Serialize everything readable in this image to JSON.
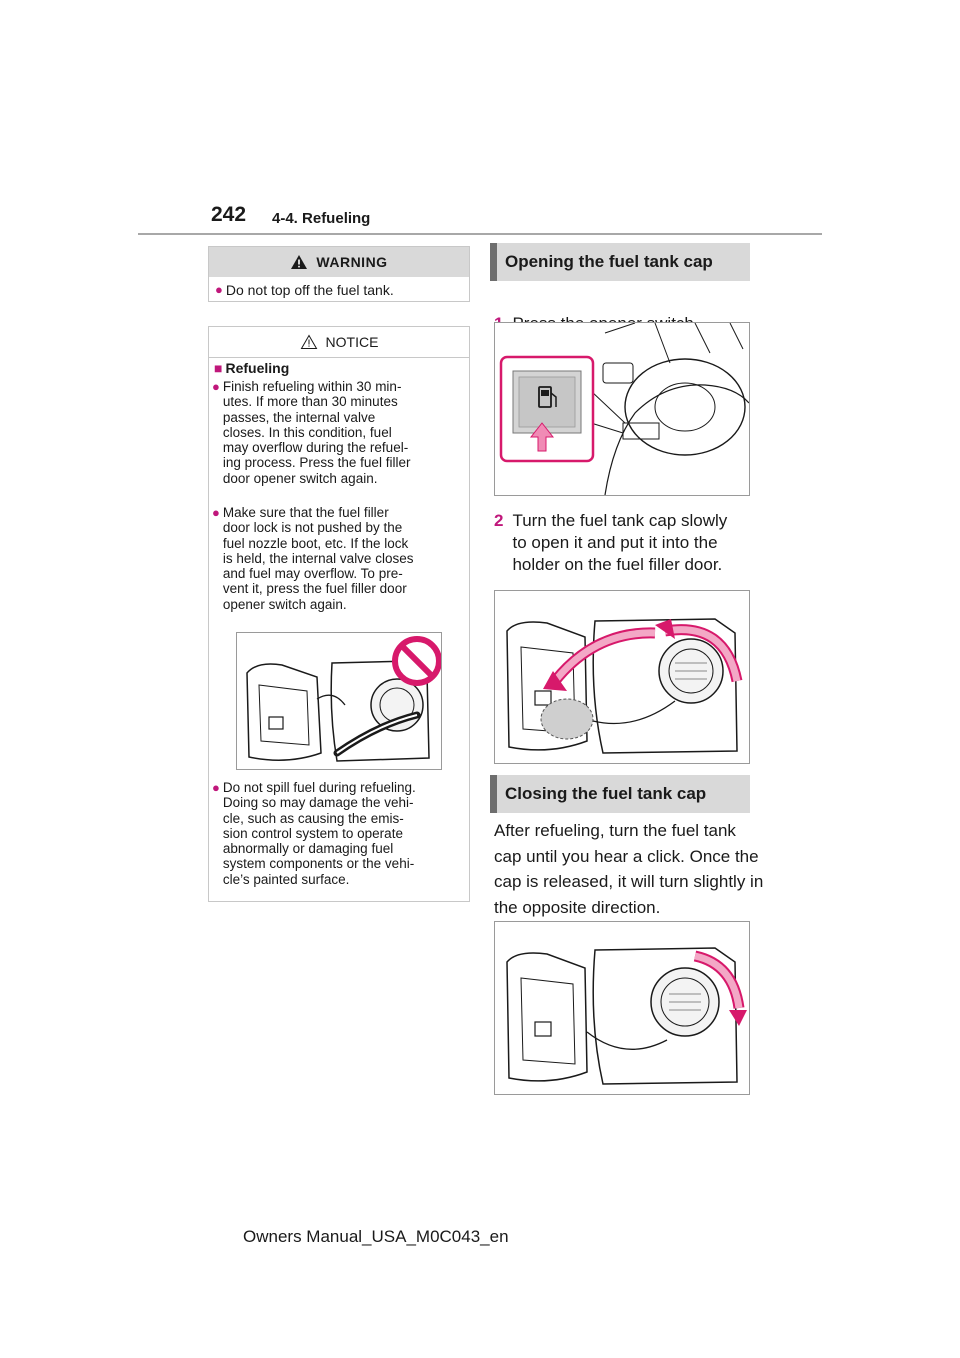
{
  "header": {
    "page_number": "242",
    "section": "4-4. Refueling"
  },
  "warning": {
    "title": "WARNING",
    "items": [
      "Do not top off the fuel tank."
    ]
  },
  "notice": {
    "title": "NOTICE",
    "subheading": "Refueling",
    "items": [
      "Finish refueling within 30 min-\nutes. If more than 30 minutes\npasses, the internal valve\ncloses. In this condition, fuel\nmay overflow during the refuel-\ning process. Press the fuel filler\ndoor opener switch again.",
      "Make sure that the fuel filler\ndoor lock is not pushed by the\nfuel nozzle boot, etc. If the lock\nis held, the internal valve closes\nand fuel may overflow. To pre-\nvent it, press the fuel filler door\nopener switch again.",
      "Do not spill fuel during refueling.\nDoing so may damage the vehi-\ncle, such as causing the emis-\nsion control system to operate\nabnormally or damaging fuel\nsystem components or the vehi-\ncle’s painted surface."
    ]
  },
  "opening": {
    "heading": "Opening the fuel tank cap",
    "steps": [
      {
        "num": "1",
        "text": "Press the opener switch."
      },
      {
        "num": "2",
        "text": "Turn the fuel tank cap slowly\nto open it and put it into the\nholder on the fuel filler door."
      }
    ]
  },
  "closing": {
    "heading": "Closing the fuel tank cap",
    "text": "After refueling, turn the fuel tank cap until you hear a click. Once the cap is released, it will turn slightly in the opposite direction."
  },
  "footer": {
    "text": "Owners Manual_USA_M0C043_en"
  },
  "colors": {
    "accent": "#c0177b",
    "band": "#d9d9d9",
    "bar": "#6e6e6e"
  },
  "icons": [
    "warning-triangle-icon",
    "notice-triangle-icon",
    "fuel-pump-icon",
    "prohibition-icon",
    "arrow-up-icon"
  ]
}
